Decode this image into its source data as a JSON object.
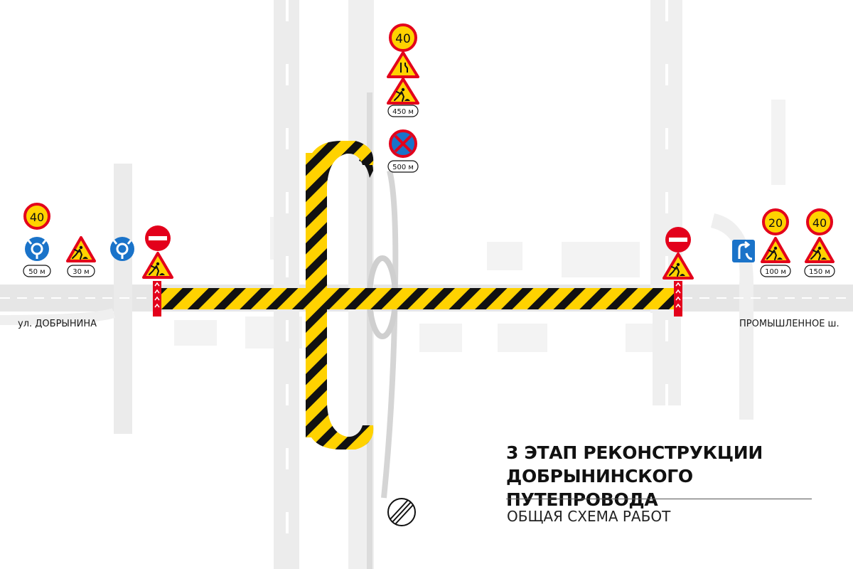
{
  "streets": {
    "left": "ул. ДОБРЫНИНА",
    "right": "ПРОМЫШЛЕННОЕ ш."
  },
  "title": {
    "line1": "3 ЭТАП РЕКОНСТРУКЦИИ",
    "line2": "ДОБРЫНИНСКОГО ПУТЕПРОВОДА",
    "subtitle": "ОБЩАЯ СХЕМА РАБОТ"
  },
  "signs": {
    "top_speed": "40",
    "top_works_distance": "450 м",
    "top_noparking_distance": "500 м",
    "left_speed": "40",
    "left_roundabout_distance": "50 м",
    "left_works_distance": "30 м",
    "right_speed_1": "20",
    "right_speed_2": "40",
    "right_works_distance_1": "100 м",
    "right_works_distance_2": "150 м"
  },
  "colors": {
    "road": "#e9e9e9",
    "hazard_yellow": "#ffd200",
    "hazard_black": "#111111",
    "sign_red": "#e3001b",
    "sign_blue": "#1a73c9"
  },
  "icons": [
    "speed-limit-sign",
    "road-narrows-sign",
    "road-works-sign",
    "no-stopping-sign",
    "roundabout-sign",
    "no-entry-sign",
    "detour-sign",
    "end-of-restrictions-sign"
  ]
}
